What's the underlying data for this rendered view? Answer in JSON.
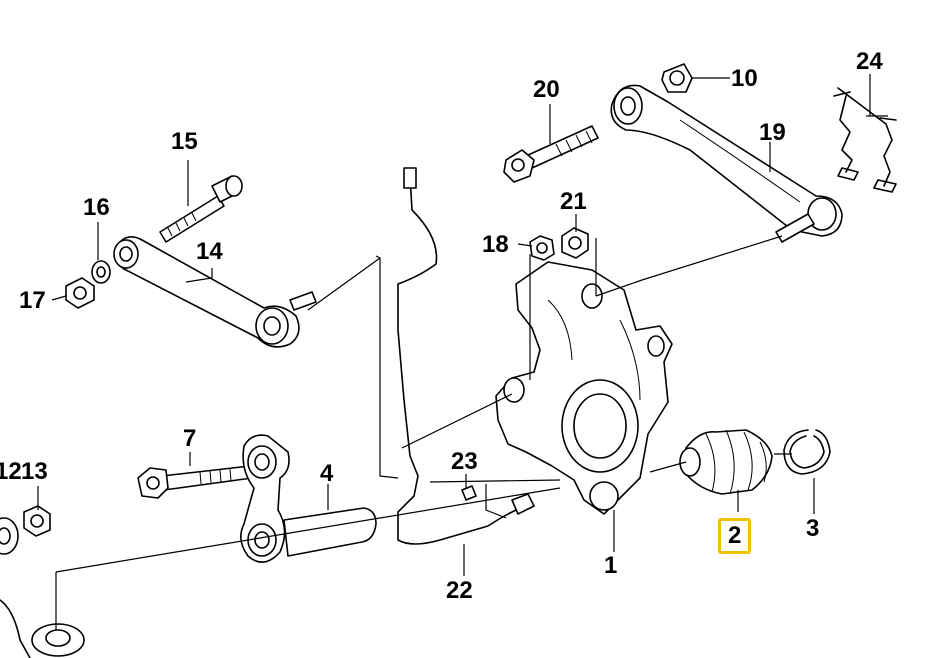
{
  "diagram": {
    "highlight_color": "#f2c200",
    "labels": {
      "p1": "1",
      "p2": "2",
      "p3": "3",
      "p4": "4",
      "p7": "7",
      "p10": "10",
      "p12": "12",
      "p13": "13",
      "p14": "14",
      "p15": "15",
      "p16": "16",
      "p17": "17",
      "p18": "18",
      "p19": "19",
      "p20": "20",
      "p21": "21",
      "p22": "22",
      "p23": "23",
      "p24": "24"
    },
    "highlighted": "2"
  }
}
